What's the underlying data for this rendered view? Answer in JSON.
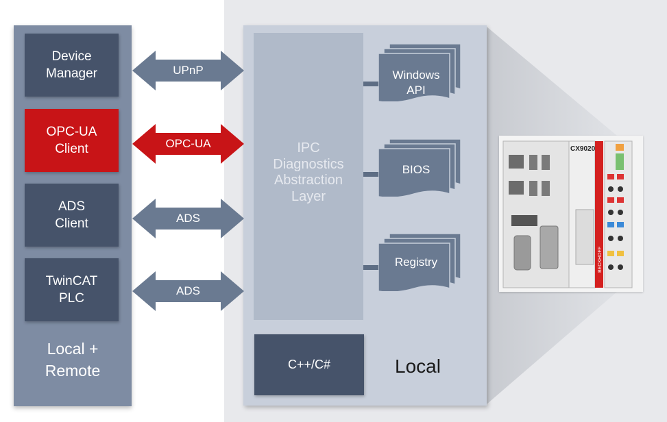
{
  "left_column": {
    "boxes": [
      {
        "label": "Device\nManager",
        "color": "#46536a"
      },
      {
        "label": "OPC-UA\nClient",
        "color": "#c81417"
      },
      {
        "label": "ADS\nClient",
        "color": "#46536a"
      },
      {
        "label": "TwinCAT\nPLC",
        "color": "#46536a"
      }
    ],
    "footer": "Local +\nRemote"
  },
  "arrows": [
    {
      "label": "UPnP",
      "color": "#6a7a91"
    },
    {
      "label": "OPC-UA",
      "color": "#c81417"
    },
    {
      "label": "ADS",
      "color": "#6a7a91"
    },
    {
      "label": "ADS",
      "color": "#6a7a91"
    }
  ],
  "ipc_layer": {
    "label": "IPC\nDiagnostics\nAbstraction\nLayer"
  },
  "sources": [
    {
      "label": "Windows\nAPI"
    },
    {
      "label": "BIOS"
    },
    {
      "label": "Registry"
    }
  ],
  "cpp_box": {
    "label": "C++/C#"
  },
  "local_label": "Local",
  "device": {
    "model": "CX9020",
    "brand": "BECKHOFF",
    "icon": "beckhoff-cx9020-device-image"
  }
}
